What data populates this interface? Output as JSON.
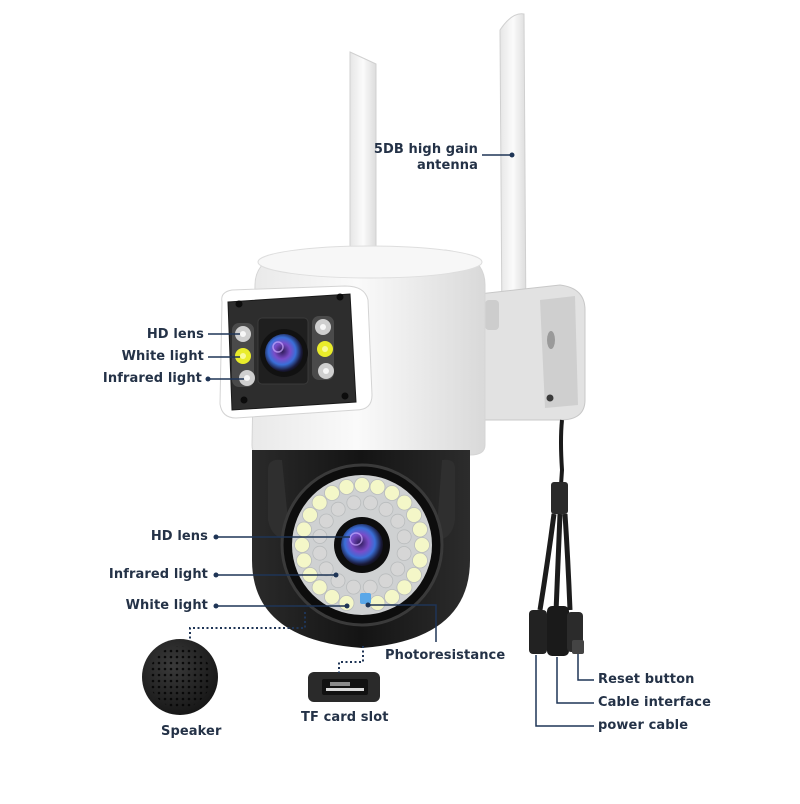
{
  "diagram": {
    "title": "Dual-lens PTZ security camera component diagram",
    "colors": {
      "label_text": "#243247",
      "leader_line": "#1f3556",
      "body_white": "#f2f2f2",
      "body_black": "#1b1b1b",
      "white_led": "#f4f7c8",
      "yellow_led": "#e9ec2b",
      "ir_led": "#d6d6d6",
      "photoresistor": "#5aa7e8",
      "lens_purple": "#6a3fb0"
    },
    "labels": {
      "antenna": [
        "5DB high gain",
        "antenna"
      ],
      "upper_hd_lens": "HD lens",
      "upper_white_light": "White light",
      "upper_infrared_light": "Infrared light",
      "lower_hd_lens": "HD lens",
      "lower_infrared_light": "Infrared light",
      "lower_white_light": "White light",
      "photoresistance": "Photoresistance",
      "speaker": "Speaker",
      "tf_card_slot": "TF card slot",
      "reset_button": "Reset button",
      "cable_interface": "Cable interface",
      "power_cable": "power cable"
    }
  }
}
